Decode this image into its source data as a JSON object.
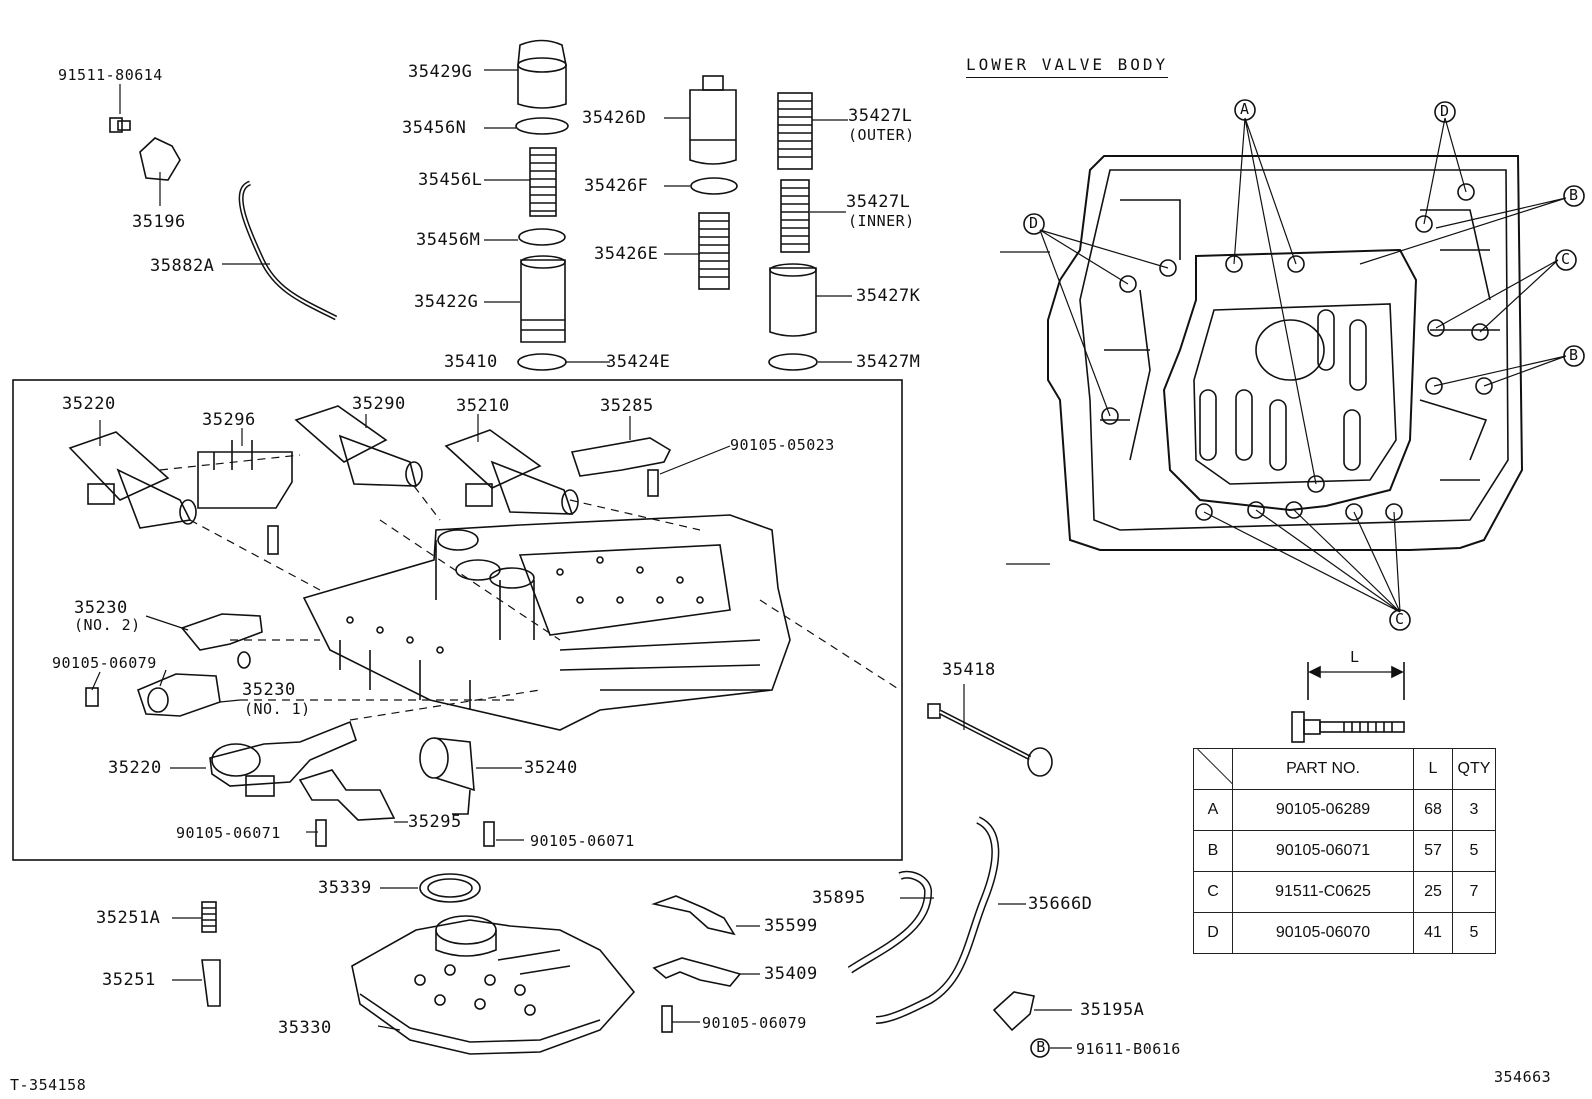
{
  "diagram_title": "LOWER VALVE BODY",
  "parts": {
    "p91511_80614": "91511-80614",
    "p35196": "35196",
    "p35882A": "35882A",
    "p35429G": "35429G",
    "p35456N": "35456N",
    "p35456L": "35456L",
    "p35456M": "35456M",
    "p35422G": "35422G",
    "p35424E": "35424E",
    "p35426D": "35426D",
    "p35426F": "35426F",
    "p35426E": "35426E",
    "p35427L_outer": "35427L",
    "p35427L_outer_note": "(OUTER)",
    "p35427L_inner": "35427L",
    "p35427L_inner_note": "(INNER)",
    "p35427K": "35427K",
    "p35427M": "35427M",
    "p35410": "35410",
    "p35220a": "35220",
    "p35296": "35296",
    "p35290": "35290",
    "p35210": "35210",
    "p35285": "35285",
    "p90105_05023": "90105-05023",
    "p35230_no2": "35230",
    "p35230_no2_note": "(NO. 2)",
    "p90105_06079a": "90105-06079",
    "p35230_no1": "35230",
    "p35230_no1_note": "(NO. 1)",
    "p35220b": "35220",
    "p35240": "35240",
    "p35295": "35295",
    "p90105_06071a": "90105-06071",
    "p90105_06071b": "90105-06071",
    "p35418": "35418",
    "p35339": "35339",
    "p35251A": "35251A",
    "p35251": "35251",
    "p35330": "35330",
    "p35599": "35599",
    "p35409": "35409",
    "p90105_06079b": "90105-06079",
    "p35895": "35895",
    "p35666D": "35666D",
    "p35195A": "35195A",
    "p91611_B0616": "91611-B0616",
    "ref_B": "B"
  },
  "callouts": {
    "A": "A",
    "B": "B",
    "C": "C",
    "D": "D"
  },
  "bolt_dimension_label": "L",
  "bolt_table": {
    "headers": [
      "",
      "PART NO.",
      "L",
      "QTY"
    ],
    "rows": [
      {
        "key": "A",
        "part_no": "90105-06289",
        "l": "68",
        "qty": "3"
      },
      {
        "key": "B",
        "part_no": "90105-06071",
        "l": "57",
        "qty": "5"
      },
      {
        "key": "C",
        "part_no": "91511-C0625",
        "l": "25",
        "qty": "7"
      },
      {
        "key": "D",
        "part_no": "90105-06070",
        "l": "41",
        "qty": "5"
      }
    ]
  },
  "footer": {
    "left_code": "T-354158",
    "right_code": "354663"
  }
}
